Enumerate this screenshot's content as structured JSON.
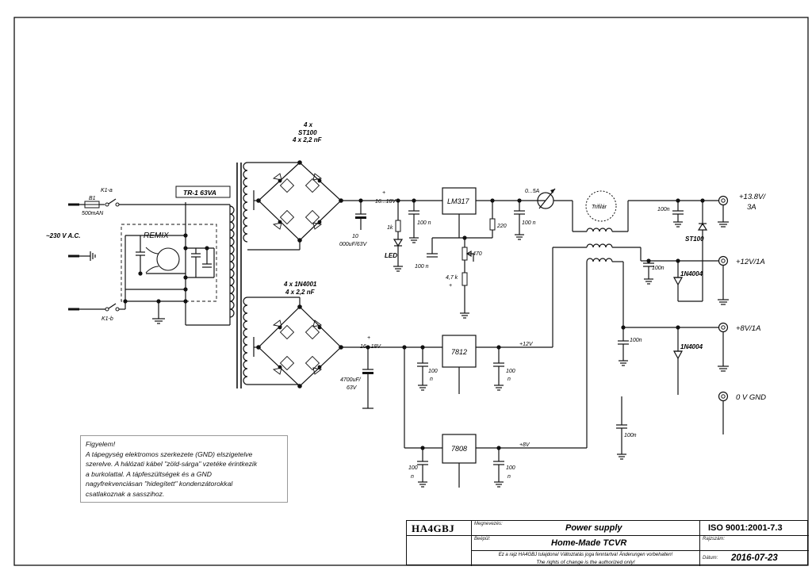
{
  "schematic": {
    "mains_label": "~230 V A.C.",
    "switch_top": "K1-a",
    "switch_bottom": "K1-b",
    "fuse_ref": "B1",
    "fuse_value": "500mAN",
    "remix_label": "REMIX",
    "transformer": "TR-1 63VA",
    "bridge_top_line1": "4 x",
    "bridge_top_line2": "ST100",
    "bridge_top_line3": "4 x 2,2 nF",
    "bridge_bottom_line1": "4 x 1N4001",
    "bridge_bottom_line2": "4 x 2,2 nF",
    "v_top": "16...18V",
    "v_bottom": "16...18V",
    "plus": "+",
    "cap_top_1": "10",
    "cap_top_2": "000uF/63V",
    "cap_bottom_1": "4700uF/",
    "cap_bottom_2": "63V",
    "res_1k": "1k",
    "led": "LED",
    "c100n": "100 n",
    "c100n_short": "100n",
    "n": "n",
    "c100": "100",
    "lm317": "LM317",
    "r220": "220",
    "pot": "470",
    "r47k": "4,7 k",
    "meter_range": "0...5A",
    "trifilar": "Trifilár",
    "st100": "ST100",
    "d1n4004": "1N4004",
    "reg7812": "7812",
    "reg7808": "7808",
    "rail12": "+12V",
    "rail8": "+8V",
    "out1_line1": "+13.8V/",
    "out1_line2": "3A",
    "out2": "+12V/1A",
    "out3": "+8V/1A",
    "out4": "0 V GND"
  },
  "note": {
    "lines": [
      "Figyelem!",
      "A tápegység elektromos szerkezete (GND) elszigetelve",
      "szerelve. A hálózati kábel \"zöld-sárga\" vzetéke érintkezik",
      "a burkolattal. A tápfeszültségek és a GND",
      "nagyfrekvenciásan \"hidegített\" kondenzátorokkal",
      "csatlakoznak a sasszihoz."
    ]
  },
  "title_block": {
    "author": "HA4GBJ",
    "cap_name": "Megnevezés:",
    "name": "Power supply",
    "standard": "ISO 9001:2001-7.3",
    "cap_built": "Beépül:",
    "built_into": "Home-Made TCVR",
    "cap_drawing_no": "Rajzszám:",
    "rights_line1": "Ez a rajz HA4GBJ tulajdona! Változtatás joga fenntartva! Änderungen vorbehalten!",
    "rights_line2": "The rights of change is the authorized only!",
    "cap_date": "Dátum:",
    "date": "2016-07-23"
  }
}
